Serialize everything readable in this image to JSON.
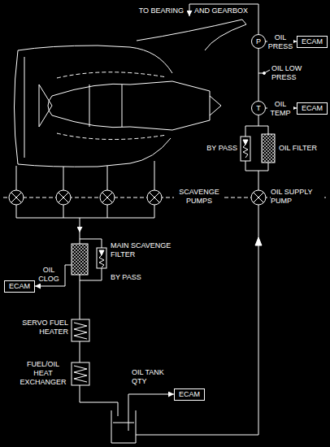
{
  "diagram": {
    "nodes": [
      {
        "text": [
          "P"
        ]
      },
      {
        "text": [
          "ECAM"
        ]
      },
      {
        "text": [
          "T"
        ]
      },
      {
        "text": [
          "ECAM"
        ]
      },
      {
        "text": [
          "ECAM"
        ]
      },
      {
        "text": [
          "ECAM"
        ]
      }
    ],
    "edges": [
      {
        "from": 0,
        "to": 1,
        "arrow": "to"
      },
      {
        "from": 2,
        "to": 3,
        "arrow": "to"
      }
    ],
    "labels": [
      "TO BEARING",
      "AND GEARBOX",
      "OIL PRESS",
      "OIL LOW PRESS",
      "OIL TEMP",
      "BY PASS",
      "OIL FILTER",
      "SCAVENGE PUMPS",
      "OIL SUPPLY PUMP",
      "MAIN SCAVENGE FILTER",
      "OIL CLOG",
      "BY PASS",
      "SERVO FUEL HEATER",
      "FUEL/OIL HEAT EXCHANGER",
      "OIL TANK QTY"
    ]
  }
}
